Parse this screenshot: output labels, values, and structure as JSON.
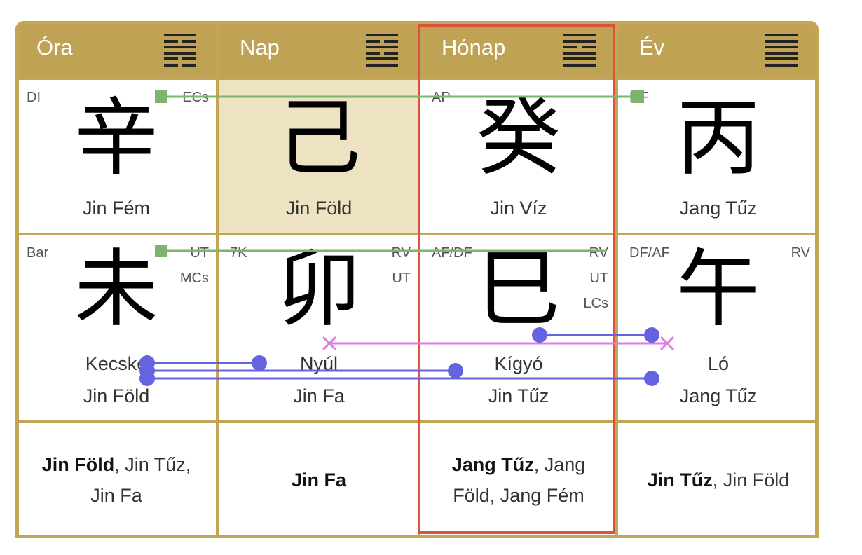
{
  "columns": [
    {
      "header": "Óra",
      "hexagram": [
        "solid",
        "broken",
        "solid",
        "solid",
        "broken",
        "broken"
      ],
      "stem": {
        "glyph": "辛",
        "label": "Jin Fém",
        "tags_left": [
          "DI"
        ],
        "tags_right": [
          "ECs"
        ]
      },
      "branch": {
        "glyph": "未",
        "animal": "Kecske",
        "label": "Jin Föld",
        "tags_left": [
          "Bar"
        ],
        "tags_right": [
          "UT",
          "MCs"
        ]
      },
      "hidden": {
        "primary": "Jin Föld",
        "rest": ", Jin Tűz, Jin Fa"
      }
    },
    {
      "header": "Nap",
      "hexagram": [
        "solid",
        "broken",
        "solid",
        "broken",
        "solid",
        "solid"
      ],
      "stem": {
        "glyph": "己",
        "label": "Jin Föld",
        "tags_left": [],
        "tags_right": []
      },
      "branch": {
        "glyph": "卯",
        "animal": "Nyúl",
        "label": "Jin Fa",
        "tags_left": [
          "7K"
        ],
        "tags_right": [
          "RV",
          "UT"
        ]
      },
      "hidden": {
        "primary": "Jin Fa",
        "rest": ""
      }
    },
    {
      "header": "Hónap",
      "hexagram": [
        "solid",
        "solid",
        "broken",
        "solid",
        "solid",
        "solid"
      ],
      "stem": {
        "glyph": "癸",
        "label": "Jin Víz",
        "tags_left": [
          "AP"
        ],
        "tags_right": []
      },
      "branch": {
        "glyph": "巳",
        "animal": "Kígyó",
        "label": "Jin Tűz",
        "tags_left": [
          "AF/DF"
        ],
        "tags_right": [
          "RV",
          "UT",
          "LCs"
        ]
      },
      "hidden": {
        "primary": "Jang Tűz",
        "rest": ", Jang Föld, Jang Fém"
      }
    },
    {
      "header": "Év",
      "hexagram": [
        "solid",
        "solid",
        "solid",
        "solid",
        "solid",
        "solid"
      ],
      "stem": {
        "glyph": "丙",
        "label": "Jang Tűz",
        "tags_left": [
          "DF"
        ],
        "tags_right": []
      },
      "branch": {
        "glyph": "午",
        "animal": "Ló",
        "label": "Jang Tűz",
        "tags_left": [
          "DF/AF"
        ],
        "tags_right": [
          "RV"
        ]
      },
      "hidden": {
        "primary": "Jin Tűz",
        "rest": ", Jin Föld"
      }
    }
  ],
  "highlighted_column": 2,
  "colors": {
    "gold": "#c2a655",
    "header": "#bfa254",
    "day_stem_bg": "#ede3c3",
    "highlight": "#d9533f",
    "combine_line": "#7cb56b",
    "branch_line": "#6464e0",
    "clash_line": "#e27ae0"
  }
}
